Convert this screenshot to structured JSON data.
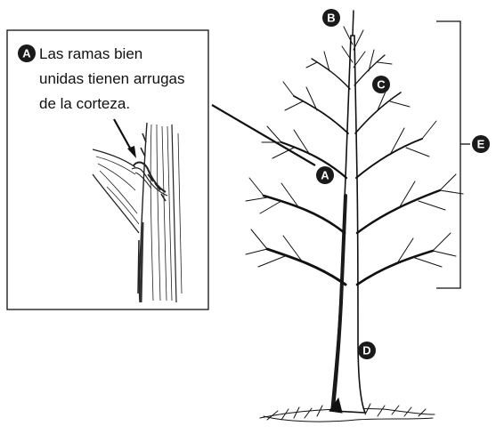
{
  "callout": {
    "badge": "A",
    "lines": [
      "Las ramas bien",
      "unidas tienen arrugas",
      "de la corteza."
    ]
  },
  "labels": {
    "A": "A",
    "B": "B",
    "C": "C",
    "D": "D",
    "E": "E"
  },
  "colors": {
    "ink": "#111111",
    "badge_fill": "#1a1a1a",
    "badge_text": "#ffffff"
  }
}
